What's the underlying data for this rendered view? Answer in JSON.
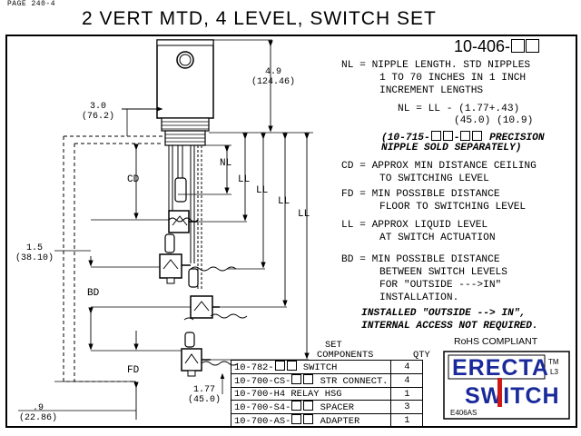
{
  "page_num": "PAGE 240-4",
  "title": "2 VERT MTD, 4 LEVEL, SWITCH SET",
  "part_number_prefix": "10-406-",
  "notes": {
    "nl_1": "NL = NIPPLE LENGTH. STD NIPPLES",
    "nl_2": "1 TO 70 INCHES IN 1 INCH",
    "nl_3": "INCREMENT LENGTHS",
    "formula_1": "NL = LL - (1.77+.43)",
    "formula_2": "(45.0) (10.9)",
    "precision_prefix": "(10-715-",
    "precision_suffix": " PRECISION",
    "precision_2": "NIPPLE SOLD SEPARATELY)",
    "cd_1": "CD = APPROX MIN DISTANCE CEILING",
    "cd_2": "TO SWITCHING LEVEL",
    "fd_1": "FD = MIN POSSIBLE DISTANCE",
    "fd_2": "FLOOR TO SWITCHING LEVEL",
    "ll_1": "LL = APPROX LIQUID LEVEL",
    "ll_2": "AT SWITCH ACTUATION",
    "bd_1": "BD = MIN POSSIBLE DISTANCE",
    "bd_2": "BETWEEN SWITCH LEVELS",
    "bd_3": "FOR \"OUTSIDE --->IN\"",
    "bd_4": "INSTALLATION.",
    "installed_1": "INSTALLED \"OUTSIDE --> IN\",",
    "installed_2": "INTERNAL ACCESS NOT REQUIRED."
  },
  "dimensions": {
    "d49_in": "4.9",
    "d49_mm": "(124.46)",
    "d30_in": "3.0",
    "d30_mm": "(76.2)",
    "d15_in": "1.5",
    "d15_mm": "(38.10)",
    "d177_in": "1.77",
    "d177_mm": "(45.0)",
    "d09_in": ".9",
    "d09_mm": "(22.86)"
  },
  "labels": {
    "nl": "NL",
    "ll": "LL",
    "cd": "CD",
    "bd": "BD",
    "fd": "FD"
  },
  "rohs": "RoHS COMPLIANT",
  "components": {
    "head_set": "SET",
    "head_components": "COMPONENTS",
    "head_qty": "QTY",
    "rows": [
      {
        "prefix": "10-782-",
        "suffix": " SWITCH",
        "qty": "4"
      },
      {
        "prefix": "10-700-CS-",
        "suffix": " STR CONNECT.",
        "qty": "4"
      },
      {
        "prefix": "10-700-H4 RELAY HSG",
        "suffix": "",
        "qty": "1"
      },
      {
        "prefix": "10-700-S4-",
        "suffix": " SPACER",
        "qty": "3"
      },
      {
        "prefix": "10-700-AS-",
        "suffix": " ADAPTER",
        "qty": "1"
      }
    ]
  },
  "logo": {
    "word_1": "ERECTA",
    "word_2": "SWITCH",
    "tm": "TM",
    "l3": "L3",
    "code": "E406AS",
    "primary_color": "#1a2a9a",
    "accent_color": "#d01818"
  }
}
